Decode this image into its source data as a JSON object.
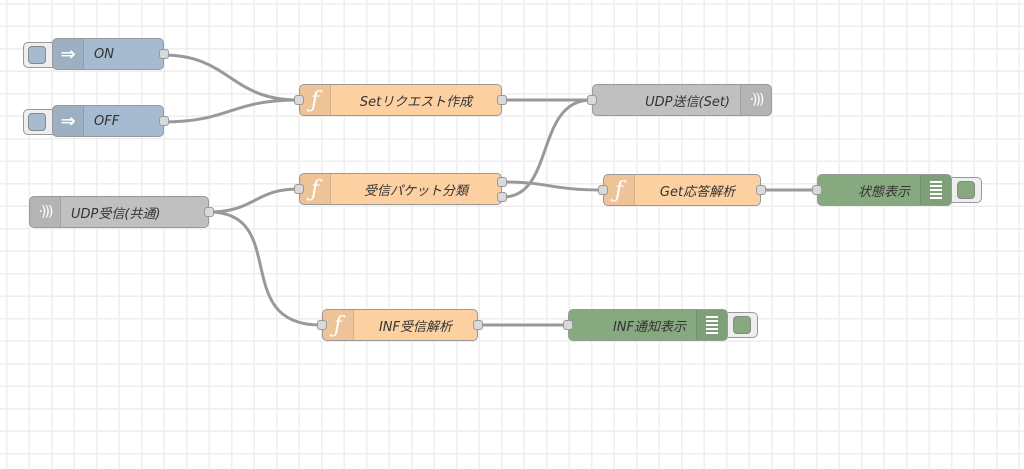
{
  "colors": {
    "inject": "#a6bbcf",
    "function": "#fdd0a2",
    "udp": "#c0c0c0",
    "debug": "#87a980",
    "wire": "#999999"
  },
  "nodes": {
    "inject_on": {
      "label": "ON",
      "type": "inject",
      "icon": "arrow-in-icon"
    },
    "inject_off": {
      "label": "OFF",
      "type": "inject",
      "icon": "arrow-in-icon"
    },
    "fn_set_request": {
      "label": "Setリクエスト作成",
      "type": "function",
      "icon": "function-icon"
    },
    "udp_out_set": {
      "label": "UDP送信(Set)",
      "type": "udp out",
      "icon": "udp-icon"
    },
    "udp_in_common": {
      "label": "UDP受信(共通)",
      "type": "udp in",
      "icon": "udp-icon"
    },
    "fn_packet_classify": {
      "label": "受信パケット分類",
      "type": "function",
      "icon": "function-icon"
    },
    "fn_get_response": {
      "label": "Get応答解析",
      "type": "function",
      "icon": "function-icon"
    },
    "debug_status": {
      "label": "状態表示",
      "type": "debug",
      "icon": "list-icon"
    },
    "fn_inf_parse": {
      "label": "INF受信解析",
      "type": "function",
      "icon": "function-icon"
    },
    "debug_inf": {
      "label": "INF通知表示",
      "type": "debug",
      "icon": "list-icon"
    }
  },
  "wires": [
    {
      "from": "inject_on",
      "to": "fn_set_request"
    },
    {
      "from": "inject_off",
      "to": "fn_set_request"
    },
    {
      "from": "fn_set_request",
      "to": "udp_out_set"
    },
    {
      "from": "udp_in_common",
      "to": "fn_packet_classify"
    },
    {
      "from": "udp_in_common",
      "to": "fn_inf_parse"
    },
    {
      "from": "fn_packet_classify",
      "port": 1,
      "to": "fn_get_response"
    },
    {
      "from": "fn_packet_classify",
      "port": 2,
      "to": "udp_out_set"
    },
    {
      "from": "fn_get_response",
      "to": "debug_status"
    },
    {
      "from": "fn_inf_parse",
      "to": "debug_inf"
    }
  ]
}
